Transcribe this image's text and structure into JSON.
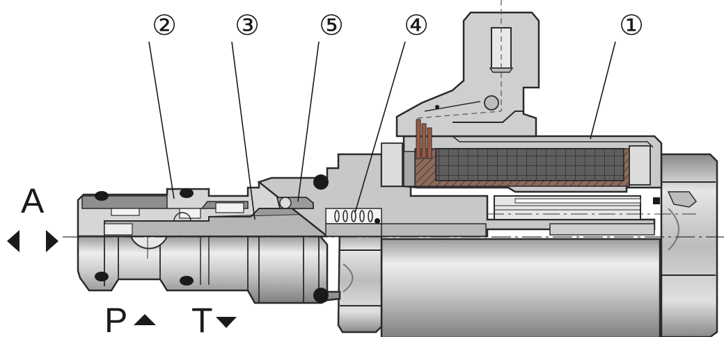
{
  "callouts": [
    {
      "id": "c1",
      "label": "①"
    },
    {
      "id": "c2",
      "label": "②"
    },
    {
      "id": "c3",
      "label": "③"
    },
    {
      "id": "c4",
      "label": "④"
    },
    {
      "id": "c5",
      "label": "⑤"
    }
  ],
  "ports": {
    "a": "A",
    "p": "P",
    "t": "T"
  },
  "colors": {
    "body_light": "#d9d9d9",
    "body_mid": "#bdbdbd",
    "body_dark": "#8c8c8c",
    "coil": "#5a5a5a",
    "coil_wrap": "#7a5a4c",
    "seal": "#1a1a1a",
    "outline": "#2a2a2a"
  }
}
